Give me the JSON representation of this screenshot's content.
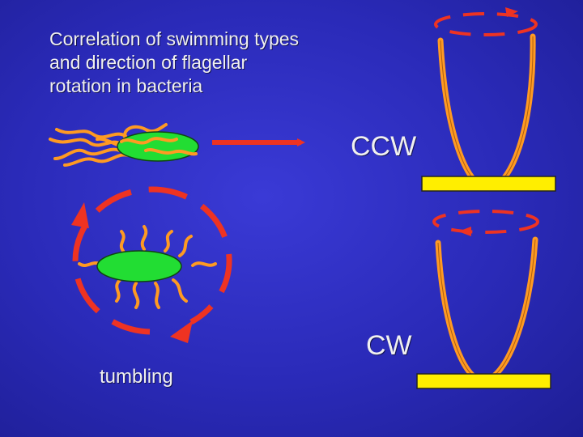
{
  "title_lines": [
    "Correlation of swimming types",
    "and direction of flagellar",
    "rotation in bacteria"
  ],
  "labels": {
    "ccw": "CCW",
    "cw": "CW",
    "tumbling": "tumbling"
  },
  "colors": {
    "background": "#2a2ab8",
    "cell": "#22dd33",
    "flagella": "#ff9a22",
    "arrow": "#ee3322",
    "surface": "#ffee00"
  }
}
